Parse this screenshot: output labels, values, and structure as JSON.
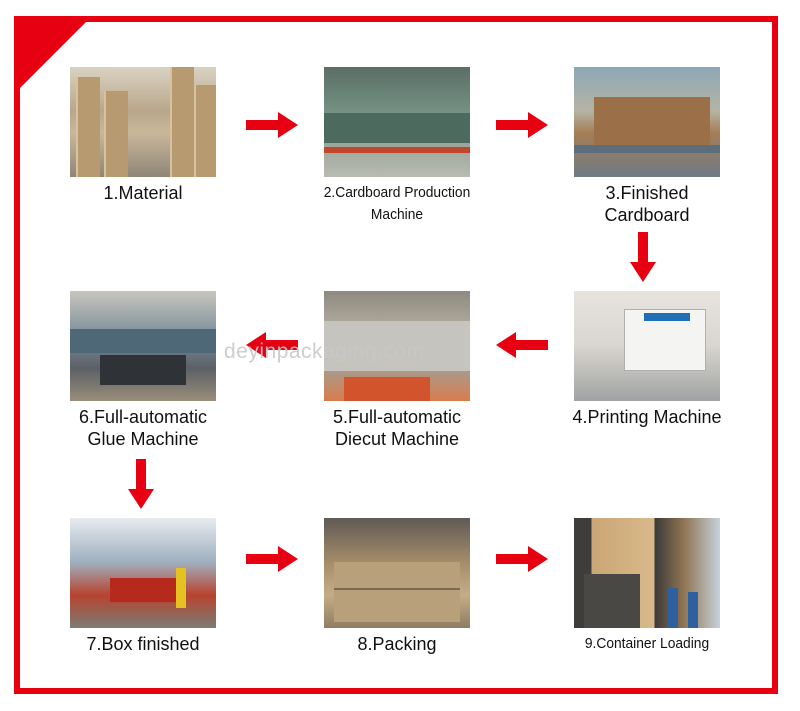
{
  "steps": [
    {
      "line1": "1.Material",
      "line2": ""
    },
    {
      "line1": "2.Cardboard Production",
      "line2": "Machine"
    },
    {
      "line1": "3.Finished",
      "line2": "Cardboard"
    },
    {
      "line1": "4.Printing Machine",
      "line2": ""
    },
    {
      "line1": "5.Full-automatic",
      "line2": "Diecut Machine"
    },
    {
      "line1": "6.Full-automatic",
      "line2": "Glue Machine"
    },
    {
      "line1": "7.Box finished",
      "line2": ""
    },
    {
      "line1": "8.Packing",
      "line2": ""
    },
    {
      "line1": "9.Container Loading",
      "line2": ""
    }
  ],
  "watermark": "deyinpackaging.com",
  "colors": {
    "accent": "#e60012",
    "text": "#111111"
  },
  "arrows": [
    "right",
    "right",
    "down",
    "left",
    "left",
    "down",
    "right",
    "right"
  ]
}
